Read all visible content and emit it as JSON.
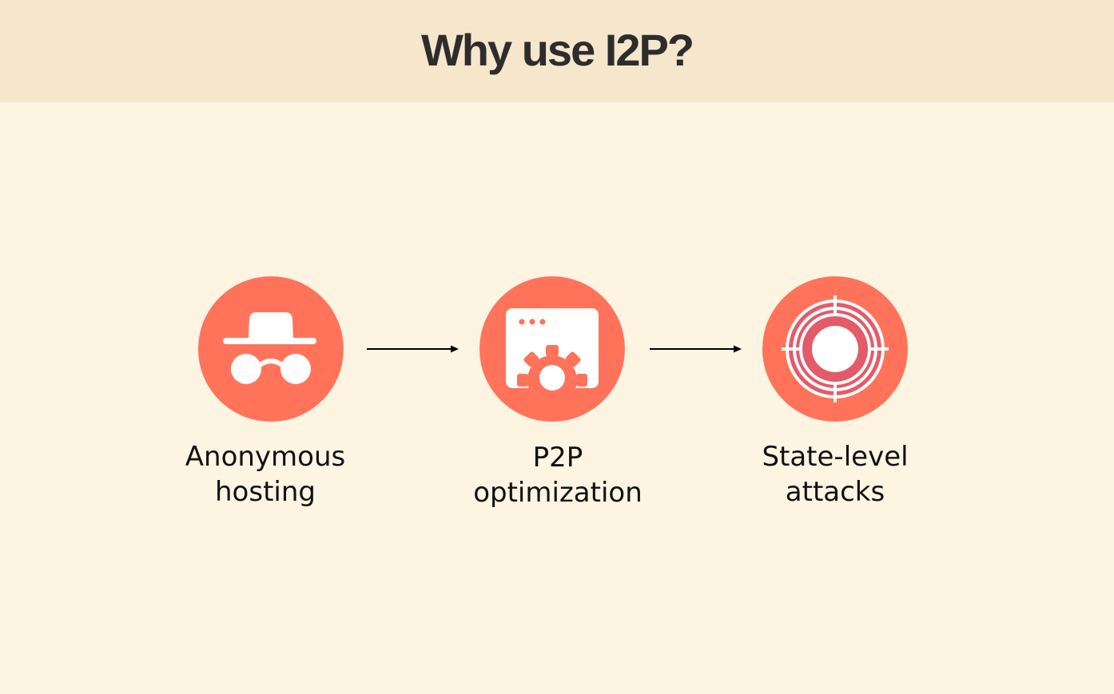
{
  "header": {
    "title": "Why use I2P?"
  },
  "colors": {
    "background": "#FEF4E2",
    "header_background": "#F6E6CB",
    "accent": "#FF735A",
    "target_ring": "#E35B68",
    "icon_fill": "#FFFFFF",
    "title_text": "#2D2D2D",
    "label_text": "#111111"
  },
  "steps": [
    {
      "icon": "incognito-icon",
      "label_line1": "Anonymous",
      "label_line2": "hosting"
    },
    {
      "icon": "browser-gear-icon",
      "label_line1": "P2P",
      "label_line2": "optimization"
    },
    {
      "icon": "target-icon",
      "label_line1": "State-level",
      "label_line2": "attacks"
    }
  ]
}
